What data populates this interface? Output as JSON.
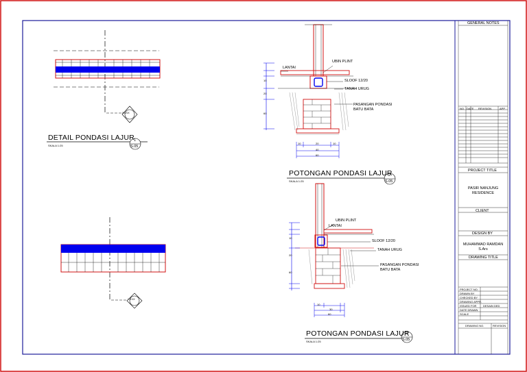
{
  "title_block": {
    "general_notes": "GENERAL NOTES",
    "revision_headers": [
      "NO",
      "DATE",
      "REVISION",
      "APP"
    ],
    "project_title_label": "PROJECT TITLE",
    "project_name": "PASIR NANJUNG RESIDENCE",
    "client_label": "CLIENT",
    "design_by_label": "DESIGN BY",
    "designer_name": "MUHAMMAD RAMDAN S.Ars",
    "drawing_title_label": "DRAWING TITLE",
    "info_rows": [
      "PROJECT NO.",
      "DRAWN BY",
      "CHECKED BY",
      "DRAWING APPR.",
      "ISSUED FOR",
      "DATE DRAWN",
      "SCALE"
    ],
    "issued_for_value": "DESAIN DED",
    "sheet_footer": [
      "DRAWING NO.",
      "REVISION"
    ]
  },
  "detail_top": {
    "title": "DETAIL PONDASI LAJUR",
    "scale": "SKALA 1:25",
    "tag_num": "1",
    "tag_sheet": "S.05",
    "marker_text": "XXXX"
  },
  "detail_bottom": {
    "marker_text": "XXXX"
  },
  "section_top": {
    "title": "POTONGAN PONDASI LAJUR",
    "scale": "SKALA 1:25",
    "tag_num": "2",
    "tag_sheet": "S.05",
    "labels": {
      "lantai": "LANTAI",
      "ubin_plint": "UBIN PLINT",
      "sloof": "SLOOF 12/20",
      "tanah_urug": "TANAH URUG",
      "pasangan_1": "PASANGAN PONDASI",
      "pasangan_2": "BATU BATA"
    },
    "dims_bottom": [
      "10",
      "20",
      "10",
      "40",
      "60"
    ],
    "dims_side": [
      "10",
      "20",
      "60"
    ]
  },
  "section_bottom": {
    "title": "POTONGAN PONDASI LAJUR",
    "scale": "SKALA 1:25",
    "tag_num": "2",
    "tag_sheet": "S.05",
    "labels": {
      "lantai": "LANTAI",
      "ubin_plint": "UBIN PLINT",
      "sloof": "SLOOF 12/20",
      "tanah_urug": "TANAH URUG",
      "pasangan_1": "PASANGAN PONDASI",
      "pasangan_2": "BATU BATA"
    },
    "dims_bottom": [
      "10",
      "30",
      "60"
    ],
    "dims_side": [
      "10",
      "20",
      "60"
    ]
  },
  "colors": {
    "border": "#d01010",
    "frame": "#1a1a9a",
    "concrete_blue": "#0000ee",
    "red_line": "#e00000"
  }
}
